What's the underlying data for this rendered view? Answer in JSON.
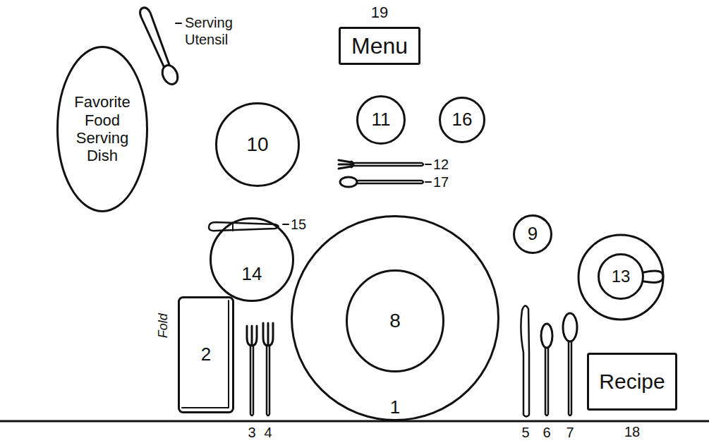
{
  "diagram": {
    "nodes": [
      {
        "text": [
          "19",
          "Menu"
        ]
      },
      {
        "text": [
          "Favorite Food Serving Dish"
        ]
      },
      {
        "text": [
          "10"
        ]
      },
      {
        "text": [
          "11"
        ]
      },
      {
        "text": [
          "16"
        ]
      },
      {
        "text": [
          "9"
        ]
      },
      {
        "text": [
          "14"
        ]
      },
      {
        "text": [
          "13"
        ]
      },
      {
        "text": [
          "1"
        ]
      },
      {
        "text": [
          "8"
        ],
        "in": 8
      },
      {
        "text": [
          "2"
        ]
      },
      {
        "text": [
          "Recipe",
          "18"
        ]
      }
    ],
    "labels": [
      "Serving Utensil",
      "12",
      "17",
      "15",
      "Fold",
      "3",
      "4",
      "5",
      "6",
      "7"
    ]
  }
}
